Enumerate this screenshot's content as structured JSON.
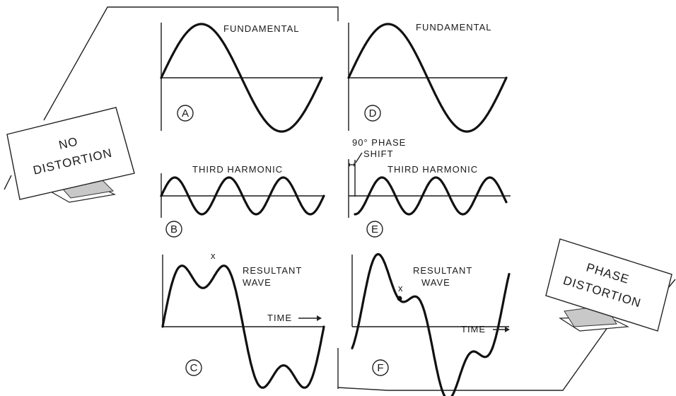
{
  "panels": {
    "a": {
      "letter": "A",
      "label": "FUNDAMENTAL"
    },
    "b": {
      "letter": "B",
      "label": "THIRD HARMONIC"
    },
    "c": {
      "letter": "C",
      "label_line1": "RESULTANT",
      "label_line2": "WAVE",
      "time_label": "TIME",
      "peak_marker": "x"
    },
    "d": {
      "letter": "D",
      "label": "FUNDAMENTAL"
    },
    "e": {
      "letter": "E",
      "label": "THIRD HARMONIC",
      "phase_line1": "90° PHASE",
      "phase_line2": "SHIFT"
    },
    "f": {
      "letter": "F",
      "label_line1": "RESULTANT",
      "label_line2": "WAVE",
      "time_label": "TIME",
      "peak_marker": "x"
    }
  },
  "signs": {
    "left": {
      "line1": "NO",
      "line2": "DISTORTION"
    },
    "right": {
      "line1": "PHASE",
      "line2": "DISTORTION"
    }
  },
  "waves": {
    "fundamental_cycles": 1,
    "harmonic_multiple": 3,
    "harmonic_relative_amplitude": 0.38,
    "phase_shift_degrees": 90
  },
  "colors": {
    "ink": "#111111",
    "paper": "#ffffff",
    "sign_base": "#c8c8c8"
  }
}
